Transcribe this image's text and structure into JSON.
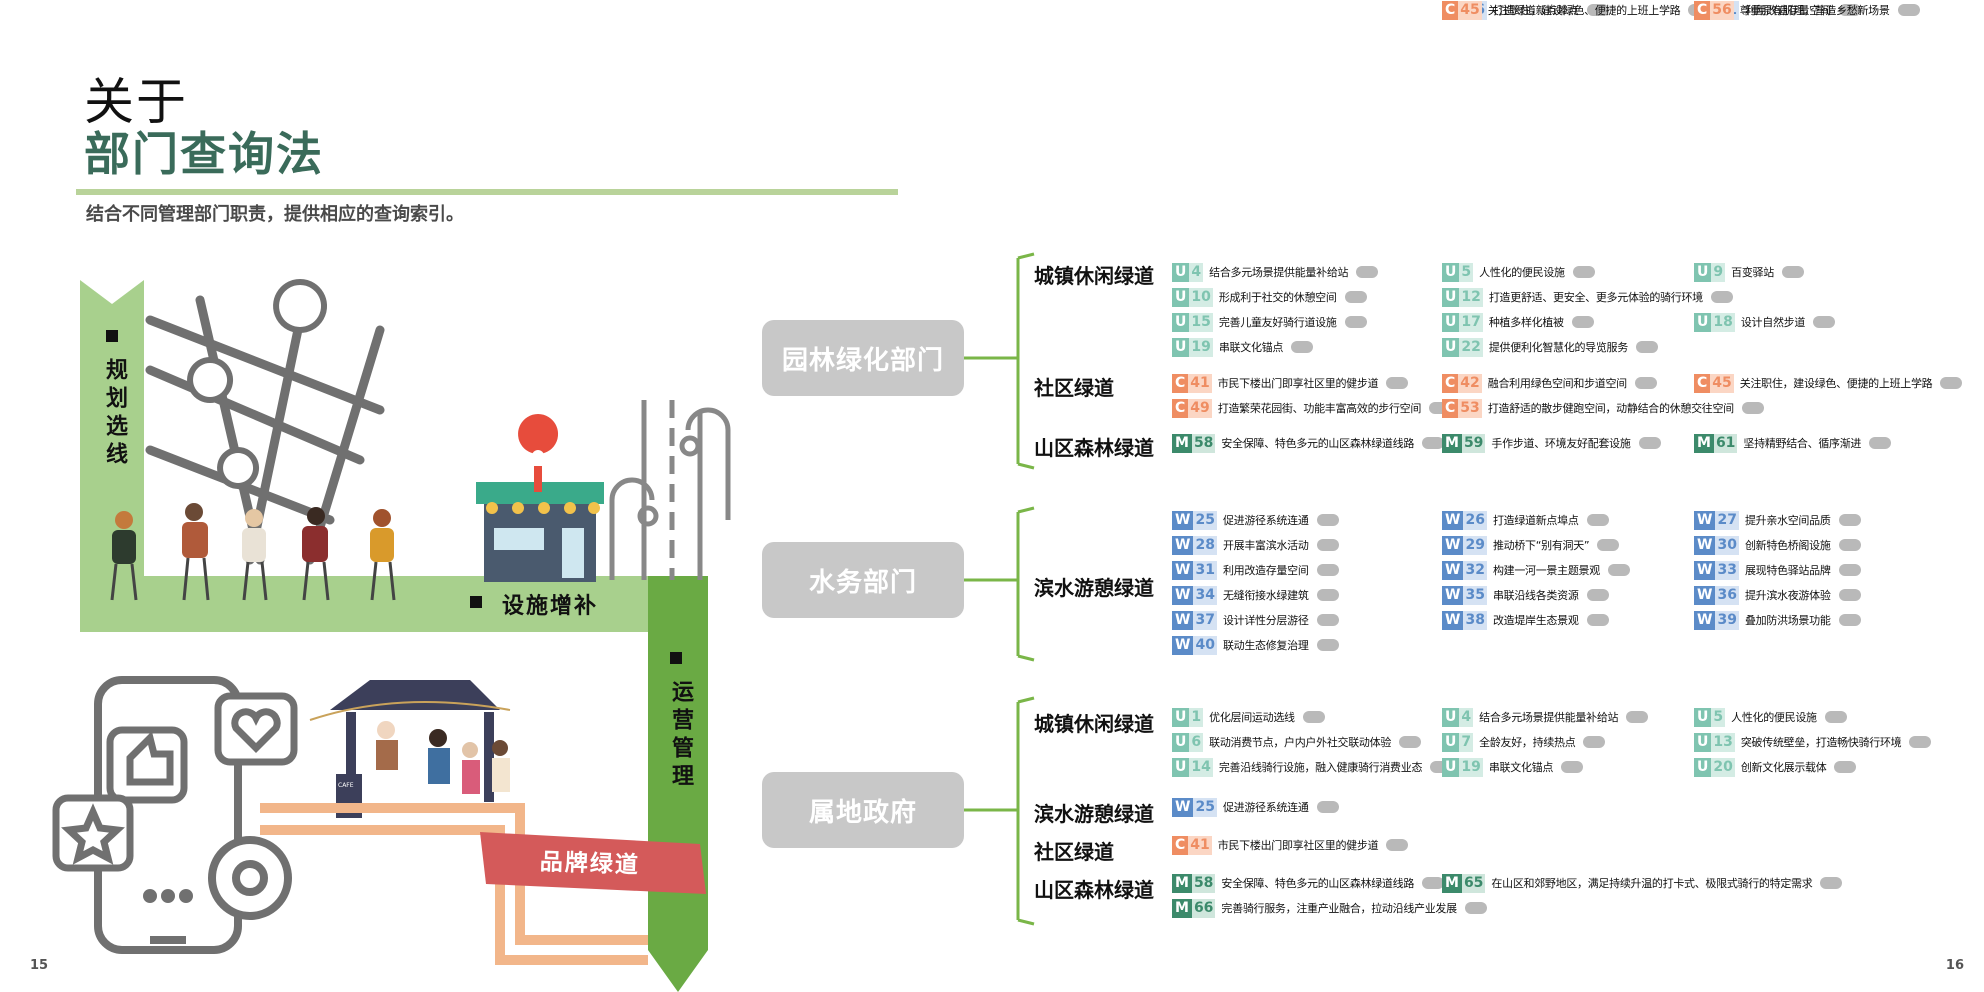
{
  "header": {
    "title_line1": "关于",
    "title_line2": "部门查询法",
    "subtitle": "结合不同管理部门职责，提供相应的查询索引。"
  },
  "pages": {
    "left": "15",
    "right": "16"
  },
  "illustration": {
    "label_plan": "规划选线",
    "label_facility": "设施增补",
    "label_operate": "运营管理",
    "label_brand": "品牌绿道",
    "stall_sign": "CAFE",
    "icons": [
      "map-pin-icon",
      "street-lamp-icon",
      "shop-icon",
      "phone-icon",
      "thumbs-up-icon",
      "heart-icon",
      "star-icon",
      "gear-icon"
    ]
  },
  "colors": {
    "U": [
      "#7fc4b0",
      "#d4ece4"
    ],
    "C": [
      "#ef8d62",
      "#fbd6c4"
    ],
    "M": [
      "#3c8a6b",
      "#cfe6dc"
    ],
    "W": [
      "#5b8bc8",
      "#d5e2f3"
    ],
    "green": "#7ab648",
    "dept": "#c8c8c8"
  },
  "departments": [
    {
      "name": "园林绿化部门",
      "categories": [
        {
          "name": "城镇休闲绿道",
          "items": [
            {
              "l": "U",
              "n": "4",
              "t": "结合多元场景提供能量补给站"
            },
            {
              "l": "U",
              "n": "5",
              "t": "人性化的便民设施"
            },
            {
              "l": "U",
              "n": "9",
              "t": "百变驿站"
            },
            {
              "l": "U",
              "n": "10",
              "t": "形成利于社交的休憩空间"
            },
            {
              "l": "U",
              "n": "12",
              "t": "打造更舒适、更安全、更多元体验的骑行环境"
            },
            {
              "l": "U",
              "n": "15",
              "t": "完善儿童友好骑行道设施"
            },
            {
              "l": "U",
              "n": "17",
              "t": "种植多样化植被"
            },
            {
              "l": "U",
              "n": "18",
              "t": "设计自然步道"
            },
            {
              "l": "U",
              "n": "19",
              "t": "串联文化锚点"
            },
            {
              "l": "U",
              "n": "22",
              "t": "提供便利化智慧化的导览服务"
            }
          ]
        },
        {
          "name": "社区绿道",
          "items": [
            {
              "l": "C",
              "n": "41",
              "t": "市民下楼出门即享社区里的健步道"
            },
            {
              "l": "C",
              "n": "42",
              "t": "融合利用绿色空间和步道空间"
            },
            {
              "l": "C",
              "n": "45",
              "t": "关注职住，建设绿色、便捷的上班上学路"
            },
            {
              "l": "C",
              "n": "49",
              "t": "打造繁荣花园街、功能丰富高效的步行空间"
            },
            {
              "l": "C",
              "n": "53",
              "t": "打造舒适的散步健跑空间，动静结合的休憩交往空间"
            }
          ]
        },
        {
          "name": "山区森林绿道",
          "items": [
            {
              "l": "M",
              "n": "58",
              "t": "安全保障、特色多元的山区森林绿道线路"
            },
            {
              "l": "M",
              "n": "59",
              "t": "手作步道、环境友好配套设施"
            },
            {
              "l": "M",
              "n": "61",
              "t": "坚持精野结合、循序渐进"
            }
          ]
        }
      ]
    },
    {
      "name": "水务部门",
      "categories": [
        {
          "name": "滨水游憩绿道",
          "items": [
            {
              "l": "W",
              "n": "25",
              "t": "促进游径系统连通"
            },
            {
              "l": "W",
              "n": "26",
              "t": "打造绿道新点埠点"
            },
            {
              "l": "W",
              "n": "27",
              "t": "提升亲水空间品质"
            },
            {
              "l": "W",
              "n": "28",
              "t": "开展丰富滨水活动"
            },
            {
              "l": "W",
              "n": "29",
              "t": "推动桥下“别有洞天”"
            },
            {
              "l": "W",
              "n": "30",
              "t": "创新特色桥阁设施"
            },
            {
              "l": "W",
              "n": "31",
              "t": "利用改造存量空间"
            },
            {
              "l": "W",
              "n": "32",
              "t": "构建一河一景主题景观"
            },
            {
              "l": "W",
              "n": "33",
              "t": "展现特色驿站品牌"
            },
            {
              "l": "W",
              "n": "34",
              "t": "无缝衔接水绿建筑"
            },
            {
              "l": "W",
              "n": "35",
              "t": "串联沿线各类资源"
            },
            {
              "l": "W",
              "n": "36",
              "t": "提升滨水夜游体验"
            },
            {
              "l": "W",
              "n": "37",
              "t": "设计详性分层游径"
            },
            {
              "l": "W",
              "n": "38",
              "t": "改造堤岸生态景观"
            },
            {
              "l": "W",
              "n": "39",
              "t": "叠加防洪场景功能"
            },
            {
              "l": "W",
              "n": "40",
              "t": "联动生态修复治理"
            }
          ]
        }
      ]
    },
    {
      "name": "属地政府",
      "categories": [
        {
          "name": "城镇休闲绿道",
          "items": [
            {
              "l": "U",
              "n": "1",
              "t": "优化层间运动选线"
            },
            {
              "l": "U",
              "n": "4",
              "t": "结合多元场景提供能量补给站"
            },
            {
              "l": "U",
              "n": "5",
              "t": "人性化的便民设施"
            },
            {
              "l": "U",
              "n": "6",
              "t": "联动消费节点，户内户外社交联动体验"
            },
            {
              "l": "U",
              "n": "7",
              "t": "全龄友好，持续热点"
            },
            {
              "l": "U",
              "n": "13",
              "t": "突破传统壁垒，打造畅快骑行环境"
            },
            {
              "l": "U",
              "n": "14",
              "t": "完善沿线骑行设施，融入健康骑行消费业态"
            },
            {
              "l": "U",
              "n": "19",
              "t": "串联文化锚点"
            },
            {
              "l": "U",
              "n": "20",
              "t": "创新文化展示载体"
            }
          ]
        },
        {
          "name": "滨水游憩绿道",
          "items": [
            {
              "l": "W",
              "n": "25",
              "t": "促进游径系统连通"
            },
            {
              "l": "W",
              "n": "26",
              "t": "打造绿道新点埠点"
            },
            {
              "l": "W",
              "n": "31",
              "t": "利用改造存量空间"
            }
          ]
        },
        {
          "name": "社区绿道",
          "items": [
            {
              "l": "C",
              "n": "41",
              "t": "市民下楼出门即享社区里的健步道"
            },
            {
              "l": "C",
              "n": "45",
              "t": "关注职住，建设绿色、便捷的上班上学路"
            },
            {
              "l": "C",
              "n": "56",
              "t": "尊重原有肌理，营造乡愁新场景"
            }
          ]
        },
        {
          "name": "山区森林绿道",
          "items": [
            {
              "l": "M",
              "n": "58",
              "t": "安全保障、特色多元的山区森林绿道线路"
            },
            {
              "l": "M",
              "n": "65",
              "t": "在山区和郊野地区，满足持续升温的打卡式、极限式骑行的特定需求"
            },
            {
              "l": "M",
              "n": "66",
              "t": "完善骑行服务，注重产业融合，拉动沿线产业发展"
            }
          ]
        }
      ]
    }
  ]
}
